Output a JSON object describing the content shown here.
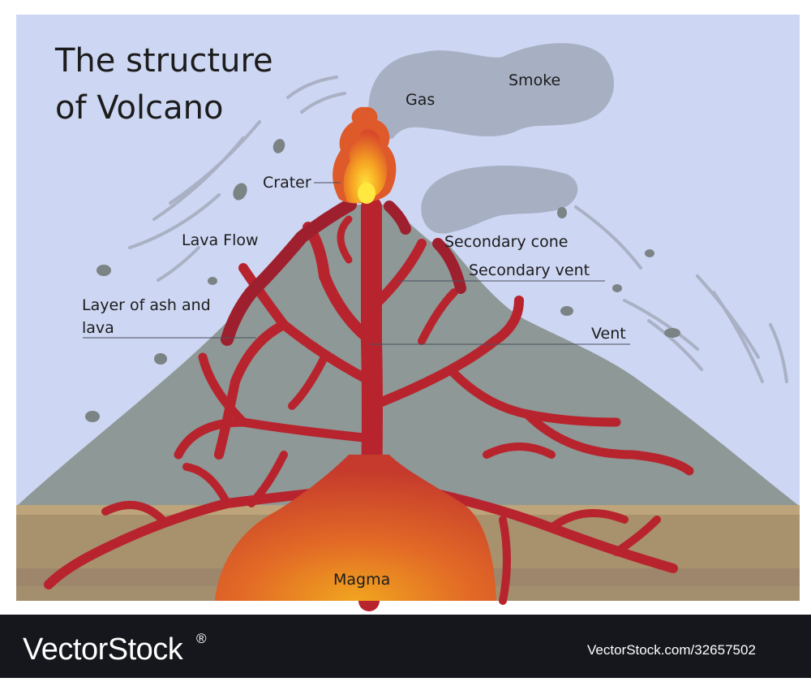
{
  "title": {
    "line1": "The structure",
    "line2": "of  Volcano"
  },
  "labels": {
    "gas": "Gas",
    "smoke": "Smoke",
    "crater": "Crater",
    "lava_flow": "Lava Flow",
    "secondary_cone": "Secondary cone",
    "secondary_vent": "Secondary vent",
    "layer_line1": "Layer of ash and",
    "layer_line2": "lava",
    "vent": "Vent",
    "magma": "Magma"
  },
  "footer": {
    "brand": "VectorStock",
    "registered": "®",
    "url": "VectorStock.com/32657502"
  },
  "colors": {
    "sky": "#cdd6f2",
    "volcano": "#8e9896",
    "lava": "#b8242e",
    "magma_core": "#f0a020",
    "ground": "#a8926e",
    "smoke": "#a7afc3",
    "footer_bg": "#15171d"
  }
}
